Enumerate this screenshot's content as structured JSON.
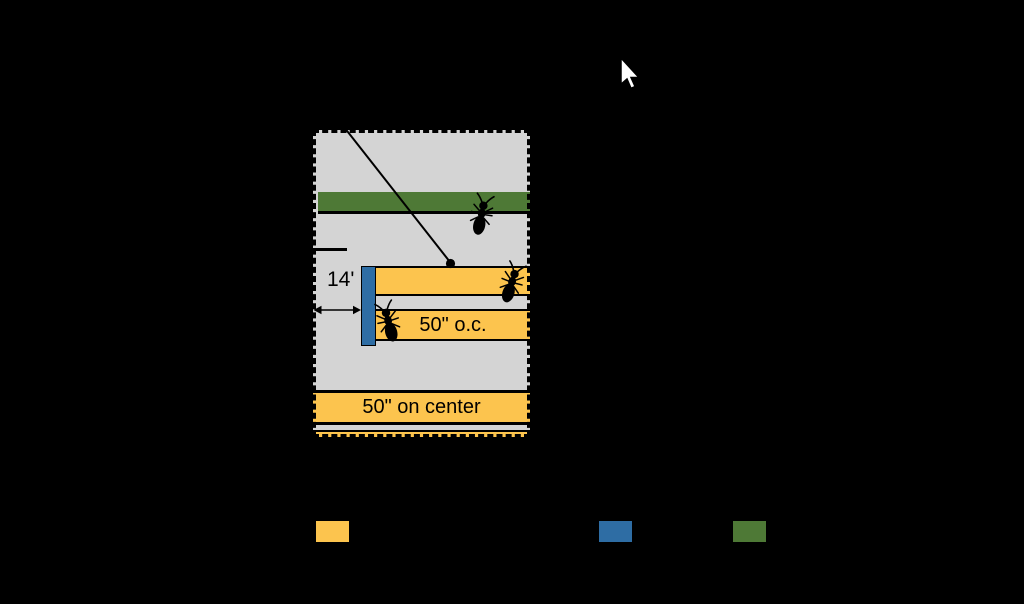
{
  "canvas": {
    "labels": {
      "span_dimension": "14'",
      "joist_spacing": "50\" o.c.",
      "spacing_band": "50\" on center"
    }
  },
  "colors": {
    "page_background": "#000000",
    "canvas_gray": "#d4d4d4",
    "joist_yellow": "#fcc44e",
    "ledger_blue": "#2e6da4",
    "beam_green": "#4e7936",
    "outline_black": "#000000"
  },
  "legend": {
    "swatches": [
      {
        "id": "yellow",
        "color": "#fcc44e"
      },
      {
        "id": "blue",
        "color": "#2e6da4"
      },
      {
        "id": "green",
        "color": "#4e7936"
      }
    ]
  },
  "icons": {
    "bug": "ant-silhouette",
    "pointer": "mouse-cursor-arrow",
    "leader": "callout-line-with-dot",
    "dimension": "double-headed-arrow"
  }
}
